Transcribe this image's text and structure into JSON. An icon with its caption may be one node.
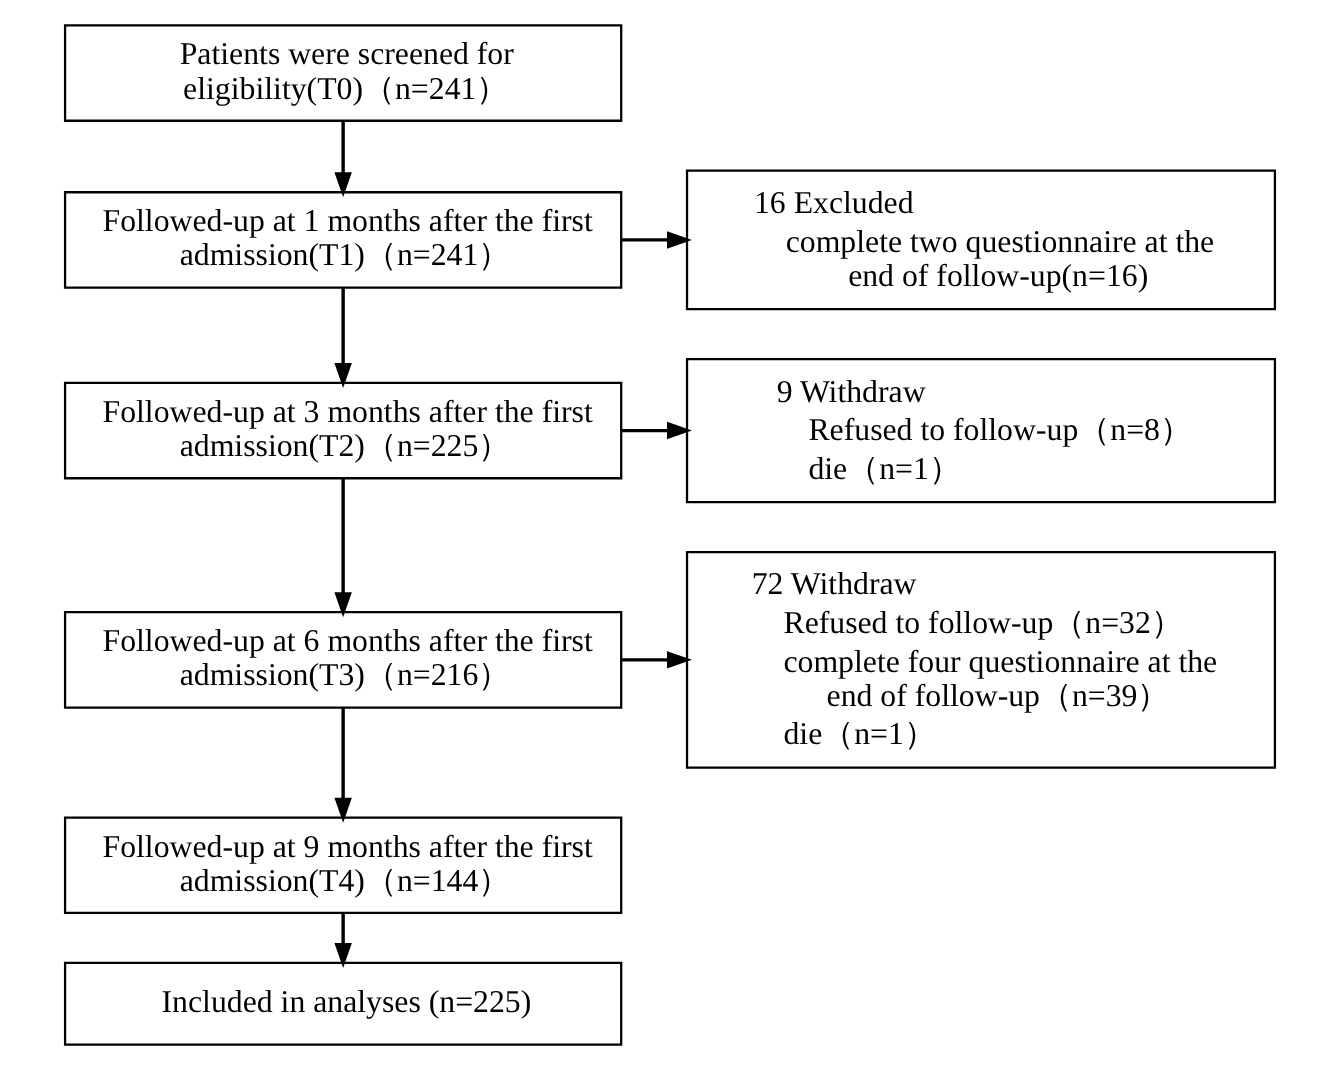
{
  "diagram": {
    "nodes": [
      {
        "text": [
          "Patients were screened for eligibility(T0)（n=241）"
        ]
      },
      {
        "text": [
          "Followed-up at 1 months after the first admission(T1)（n=241）"
        ]
      },
      {
        "text": [
          "16 Excluded",
          "complete two questionnaire at the end of follow-up(n=16)"
        ]
      },
      {
        "text": [
          "Followed-up at 3 months after the first admission(T2)（n=225）"
        ]
      },
      {
        "text": [
          "9 Withdraw",
          "Refused to follow-up（n=8）",
          "die（n=1）"
        ]
      },
      {
        "text": [
          "Followed-up at 6 months after the first admission(T3)（n=216）"
        ]
      },
      {
        "text": [
          "72 Withdraw",
          "Refused to follow-up（n=32）",
          "complete four questionnaire at the end of follow-up（n=39）",
          "die（n=1）"
        ]
      },
      {
        "text": [
          "Followed-up at 9 months after the first admission(T4)（n=144）"
        ]
      },
      {
        "text": [
          "Included in analyses (n=225)"
        ]
      }
    ],
    "edges": [
      {
        "from": 0,
        "to": 1,
        "arrow": "to"
      },
      {
        "from": 1,
        "to": 3,
        "arrow": "to"
      },
      {
        "from": 1,
        "to": 2,
        "arrow": "to"
      },
      {
        "from": 3,
        "to": 5,
        "arrow": "to"
      },
      {
        "from": 3,
        "to": 4,
        "arrow": "to"
      },
      {
        "from": 5,
        "to": 7,
        "arrow": "to"
      },
      {
        "from": 5,
        "to": 6,
        "arrow": "to"
      },
      {
        "from": 7,
        "to": 8,
        "arrow": "to"
      }
    ]
  }
}
